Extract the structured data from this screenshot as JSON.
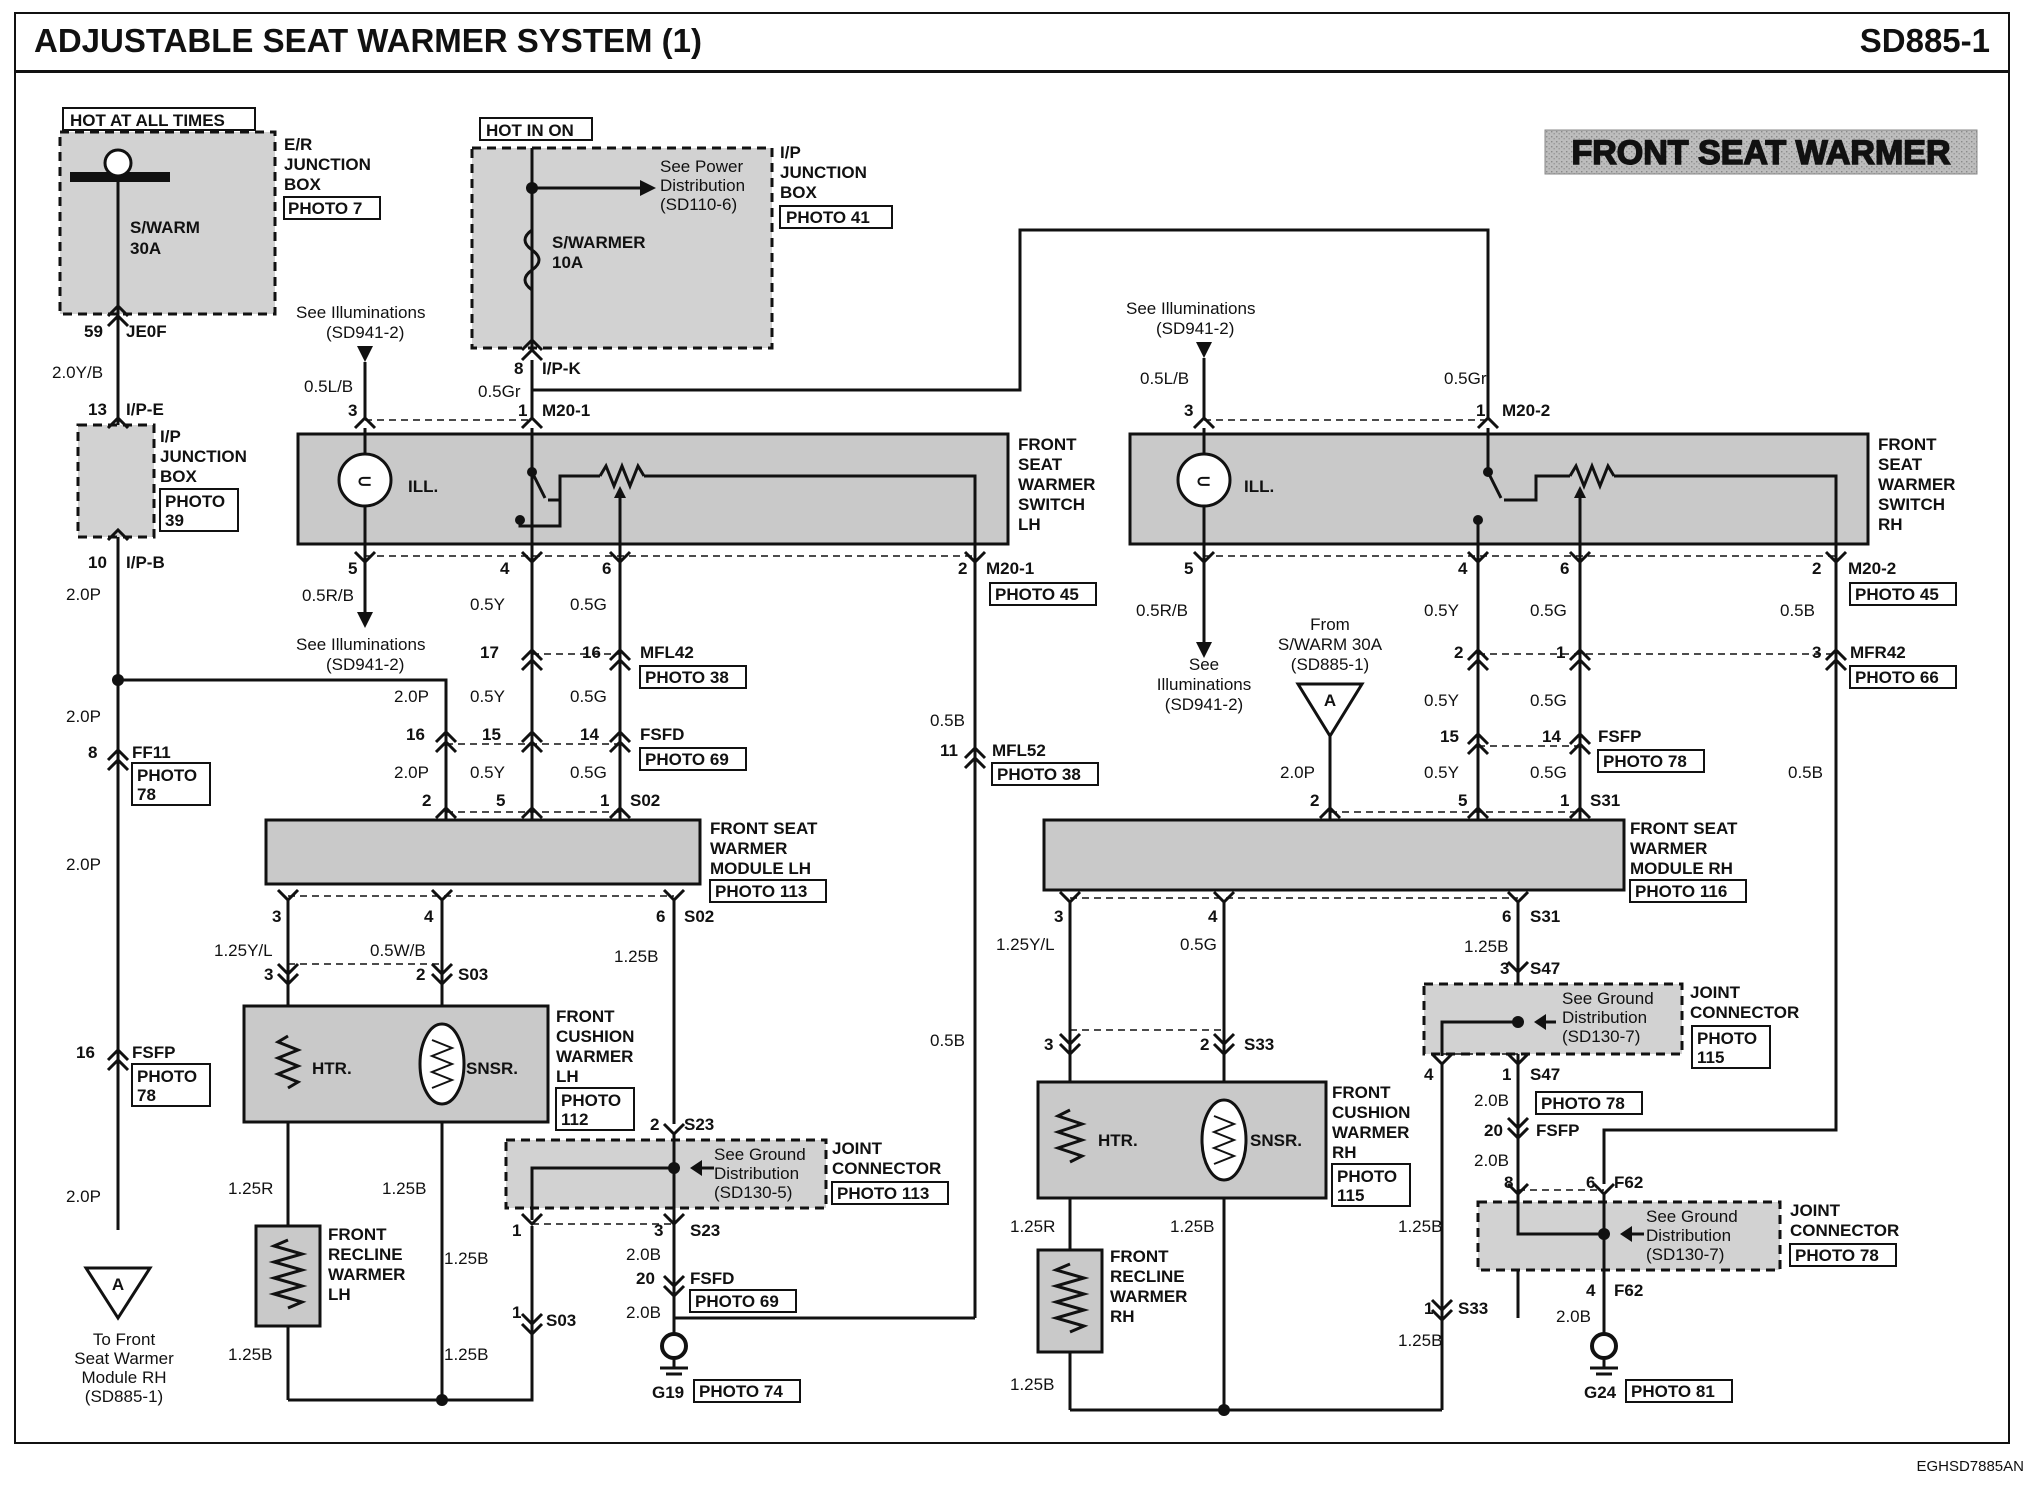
{
  "header": {
    "title": "ADJUSTABLE SEAT WARMER SYSTEM (1)",
    "code": "SD885-1"
  },
  "footer_code": "EGHSD7885AN",
  "section_label": "FRONT SEAT WARMER",
  "left": {
    "hot_all_times": "HOT AT ALL TIMES",
    "er_box": [
      "E/R",
      "JUNCTION",
      "BOX"
    ],
    "er_photo": "PHOTO 7",
    "fuse_swarm": [
      "S/WARM",
      "30A"
    ],
    "pin59": "59",
    "je0f": "JE0F",
    "w_20yb": "2.0Y/B",
    "pin13": "13",
    "ipe": "I/P-E",
    "ip_box1": [
      "I/P",
      "JUNCTION",
      "BOX"
    ],
    "ip_photo1": [
      "PHOTO",
      "39"
    ],
    "pin10": "10",
    "ipb": "I/P-B",
    "w_20p_a": "2.0P",
    "w_20p_b": "2.0P",
    "pin8": "8",
    "ff11": "FF11",
    "ff11_photo": [
      "PHOTO",
      "78"
    ],
    "w_20p_c": "2.0P",
    "pin16": "16",
    "fsfp": "FSFP",
    "fsfp_photo": [
      "PHOTO",
      "78"
    ],
    "w_20p_d": "2.0P",
    "conn_a": "A",
    "to_front": [
      "To Front",
      "Seat Warmer",
      "Module RH",
      "(SD885-1)"
    ]
  },
  "ip_hot": {
    "hot_in_on": "HOT IN ON",
    "ip_box": [
      "I/P",
      "JUNCTION",
      "BOX"
    ],
    "ip_photo": "PHOTO 41",
    "see_power": [
      "See Power",
      "Distribution",
      "(SD110-6)"
    ],
    "fuse": [
      "S/WARMER",
      "10A"
    ],
    "pin8": "8",
    "ipk": "I/P-K"
  },
  "lh_switch": {
    "see_ill_top": [
      "See Illuminations",
      "(SD941-2)"
    ],
    "w_05lb": "0.5L/B",
    "w_05gr": "0.5Gr",
    "pin3": "3",
    "pin1": "1",
    "m201": "M20-1",
    "ill": "ILL.",
    "name": [
      "FRONT",
      "SEAT",
      "WARMER",
      "SWITCH",
      "LH"
    ],
    "pin5": "5",
    "pin4": "4",
    "pin6": "6",
    "pin2": "2",
    "m201b": "M20-1",
    "photo": "PHOTO 45",
    "w_05rb": "0.5R/B",
    "see_ill_bot": [
      "See Illuminations",
      "(SD941-2)"
    ],
    "w_05y": "0.5Y",
    "w_05g": "0.5G",
    "pin17": "17",
    "pin16": "16",
    "mfl42": "MFL42",
    "mfl42_photo": "PHOTO 38",
    "w_20p": "2.0P",
    "w_05y2": "0.5Y",
    "w_05g2": "0.5G",
    "pin16b": "16",
    "pin15": "15",
    "pin14": "14",
    "fsfd": "FSFD",
    "fsfd_photo": "PHOTO 69",
    "w_20p2": "2.0P",
    "w_05y3": "0.5Y",
    "w_05g3": "0.5G",
    "w_05b": "0.5B",
    "pin11": "11",
    "mfl52": "MFL52",
    "mfl52_photo": "PHOTO 38"
  },
  "lh_module": {
    "pin2": "2",
    "pin5": "5",
    "pin1": "1",
    "s02": "S02",
    "name": [
      "FRONT SEAT",
      "WARMER",
      "MODULE LH"
    ],
    "photo": "PHOTO 113",
    "pin3": "3",
    "pin4": "4",
    "pin6": "6",
    "s02b": "S02",
    "w_125yl": "1.25Y/L",
    "w_05wb": "0.5W/B",
    "w_125b": "1.25B",
    "pin3b": "3",
    "pin2b": "2",
    "s03": "S03",
    "htr": "HTR.",
    "snsr": "SNSR.",
    "cushion": [
      "FRONT",
      "CUSHION",
      "WARMER",
      "LH"
    ],
    "cushion_photo": [
      "PHOTO",
      "112"
    ],
    "w_125r": "1.25R",
    "w_125b2": "1.25B",
    "recline": [
      "FRONT",
      "RECLINE",
      "WARMER",
      "LH"
    ],
    "w_125b3": "1.25B",
    "w_125b4": "1.25B",
    "w_125b5": "1.25B",
    "pin2c": "2",
    "s23": "S23",
    "joint": [
      "JOINT",
      "CONNECTOR"
    ],
    "joint_photo": "PHOTO 113",
    "see_ground": [
      "See Ground",
      "Distribution",
      "(SD130-5)"
    ],
    "pin1b": "1",
    "pin3c": "3",
    "s23b": "S23",
    "w_20b": "2.0B",
    "pin20": "20",
    "fsfd": "FSFD",
    "fsfd_photo": "PHOTO 69",
    "w_20b2": "2.0B",
    "pin1c": "1",
    "s03b": "S03",
    "w_05b": "0.5B",
    "g19": "G19",
    "g19_photo": "PHOTO 74"
  },
  "rh_switch": {
    "see_ill_top": [
      "See Illuminations",
      "(SD941-2)"
    ],
    "w_05lb": "0.5L/B",
    "w_05gr": "0.5Gr",
    "pin3": "3",
    "pin1": "1",
    "m202": "M20-2",
    "ill": "ILL.",
    "name": [
      "FRONT",
      "SEAT",
      "WARMER",
      "SWITCH",
      "RH"
    ],
    "pin5": "5",
    "pin4": "4",
    "pin6": "6",
    "pin2": "2",
    "m202b": "M20-2",
    "photo": "PHOTO 45",
    "w_05rb": "0.5R/B",
    "see_ill_bot": [
      "See",
      "Illuminations",
      "(SD941-2)"
    ],
    "w_05y": "0.5Y",
    "w_05g": "0.5G",
    "w_05b": "0.5B",
    "pin2b": "2",
    "pin1b": "1",
    "pin3b": "3",
    "mfr42": "MFR42",
    "mfr42_photo": "PHOTO 66",
    "from_swarm": [
      "From",
      "S/WARM 30A",
      "(SD885-1)"
    ],
    "conn_a": "A",
    "w_05y2": "0.5Y",
    "w_05g2": "0.5G",
    "pin15": "15",
    "pin14": "14",
    "fsfp": "FSFP",
    "fsfp_photo": "PHOTO 78",
    "w_20p": "2.0P",
    "w_05y3": "0.5Y",
    "w_05g3": "0.5G",
    "w_05b2": "0.5B"
  },
  "rh_module": {
    "pin2": "2",
    "pin5": "5",
    "pin1": "1",
    "s31": "S31",
    "name": [
      "FRONT SEAT",
      "WARMER",
      "MODULE RH"
    ],
    "photo": "PHOTO 116",
    "pin3": "3",
    "pin4": "4",
    "pin6": "6",
    "s31b": "S31",
    "w_125yl": "1.25Y/L",
    "w_05g": "0.5G",
    "w_125b": "1.25B",
    "pin3b": "3",
    "s47": "S47",
    "see_ground": [
      "See Ground",
      "Distribution",
      "(SD130-7)"
    ],
    "joint": [
      "JOINT",
      "CONNECTOR"
    ],
    "joint_photo": [
      "PHOTO",
      "115"
    ],
    "pin4b": "4",
    "pin1b": "1",
    "s47b": "S47",
    "w_20b": "2.0B",
    "s47_photo": "PHOTO 78",
    "pin20": "20",
    "fsfp": "FSFP",
    "w_20b2": "2.0B",
    "pin3c": "3",
    "pin2c": "2",
    "s33": "S33",
    "htr": "HTR.",
    "snsr": "SNSR.",
    "cushion": [
      "FRONT",
      "CUSHION",
      "WARMER",
      "RH"
    ],
    "cushion_photo": [
      "PHOTO",
      "115"
    ],
    "pin8": "8",
    "pin6b": "6",
    "f62": "F62",
    "see_ground2": [
      "See Ground",
      "Distribution",
      "(SD130-7)"
    ],
    "joint2": [
      "JOINT",
      "CONNECTOR"
    ],
    "joint2_photo": "PHOTO 78",
    "w_125r": "1.25R",
    "w_125b2": "1.25B",
    "w_125b3": "1.25B",
    "recline": [
      "FRONT",
      "RECLINE",
      "WARMER",
      "RH"
    ],
    "pin4c": "4",
    "f62b": "F62",
    "w_20b3": "2.0B",
    "pin1c": "1",
    "s33b": "S33",
    "w_125b4": "1.25B",
    "w_125b5": "1.25B",
    "g24": "G24",
    "g24_photo": "PHOTO 81"
  }
}
